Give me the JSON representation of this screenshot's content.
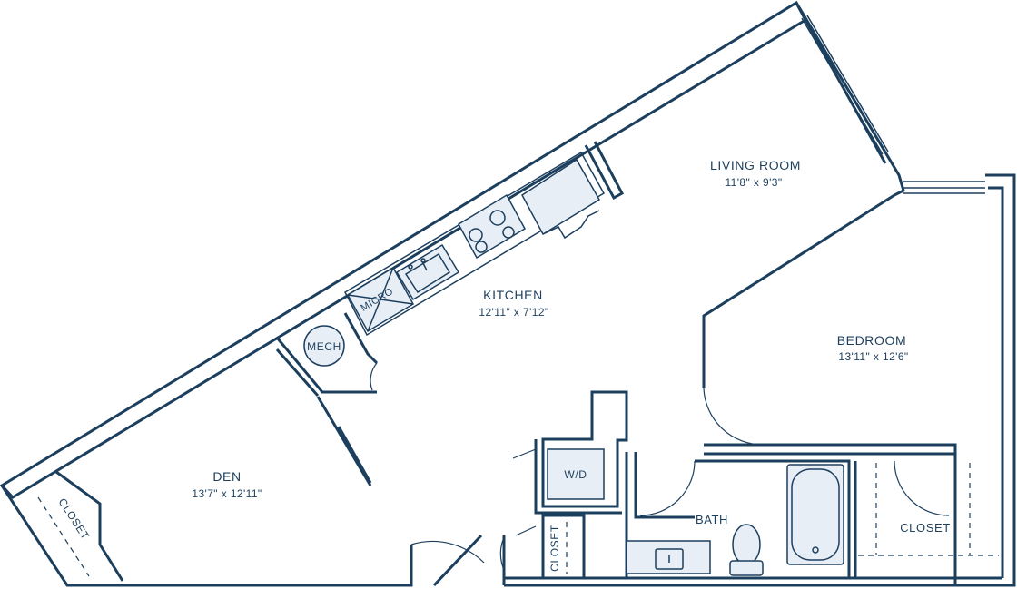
{
  "rooms": {
    "living_room": {
      "name": "LIVING ROOM",
      "dims": "11'8\" x 9'3\""
    },
    "kitchen": {
      "name": "KITCHEN",
      "dims": "12'11\" x 7'12\""
    },
    "bedroom": {
      "name": "BEDROOM",
      "dims": "13'11\" x 12'6\""
    },
    "den": {
      "name": "DEN",
      "dims": "13'7\" x 12'11\""
    }
  },
  "labels": {
    "mech": "MECH",
    "micro": "MICRO",
    "wd": "W/D",
    "bath": "BATH",
    "closet_den": "CLOSET",
    "closet_hall": "CLOSET",
    "closet_bedroom": "CLOSET"
  },
  "colors": {
    "line": "#1d3f5e",
    "fixture_fill": "#e7eef6",
    "background": "#ffffff"
  }
}
